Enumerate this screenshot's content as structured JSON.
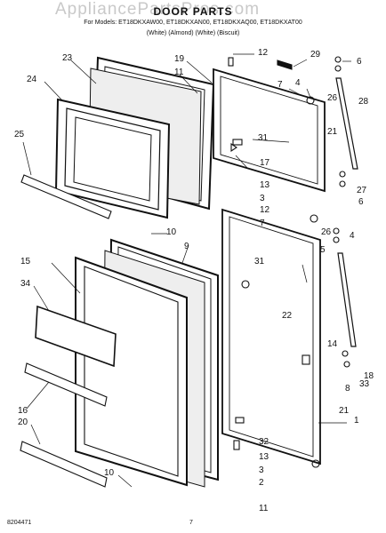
{
  "watermark": "AppliancePartsPros.com",
  "header": {
    "title": "DOOR PARTS",
    "models": "For Models: ET18DKXAW00, ET18DKXAN00, ET18DKXAQ00, ET18DKXAT00",
    "colors": "(White)          (Almond)          (White)          (Biscuit)"
  },
  "labels": [
    "23",
    "24",
    "25",
    "19",
    "11",
    "12",
    "29",
    "6",
    "4",
    "7",
    "26",
    "28",
    "31",
    "21",
    "17",
    "13",
    "27",
    "3",
    "12",
    "6",
    "10",
    "9",
    "7",
    "26",
    "4",
    "5",
    "15",
    "34",
    "31",
    "22",
    "14",
    "16",
    "20",
    "10",
    "32",
    "13",
    "2",
    "21",
    "8",
    "33",
    "18",
    "1",
    "3",
    "11"
  ],
  "footer": {
    "left": "8204471",
    "center": "7"
  }
}
